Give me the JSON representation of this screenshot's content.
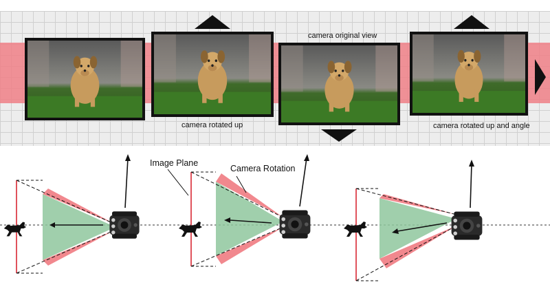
{
  "frames": {
    "camera_original_view": "camera original view",
    "camera_rotated_up": "camera rotated up",
    "camera_rotated_up_and_angle": "camera rotated up and angle"
  },
  "diagram": {
    "image_plane": "Image Plane",
    "camera_rotation": "Camera Rotation"
  },
  "icons": {
    "arrows": "triangle-arrow-icon",
    "camera": "camera-icon",
    "animal": "dog-silhouette-icon"
  },
  "colors": {
    "band": "#ee7f86",
    "fov_green": "#8fc79d",
    "fov_red": "#f07b82",
    "image_plane": "#e0525c"
  }
}
